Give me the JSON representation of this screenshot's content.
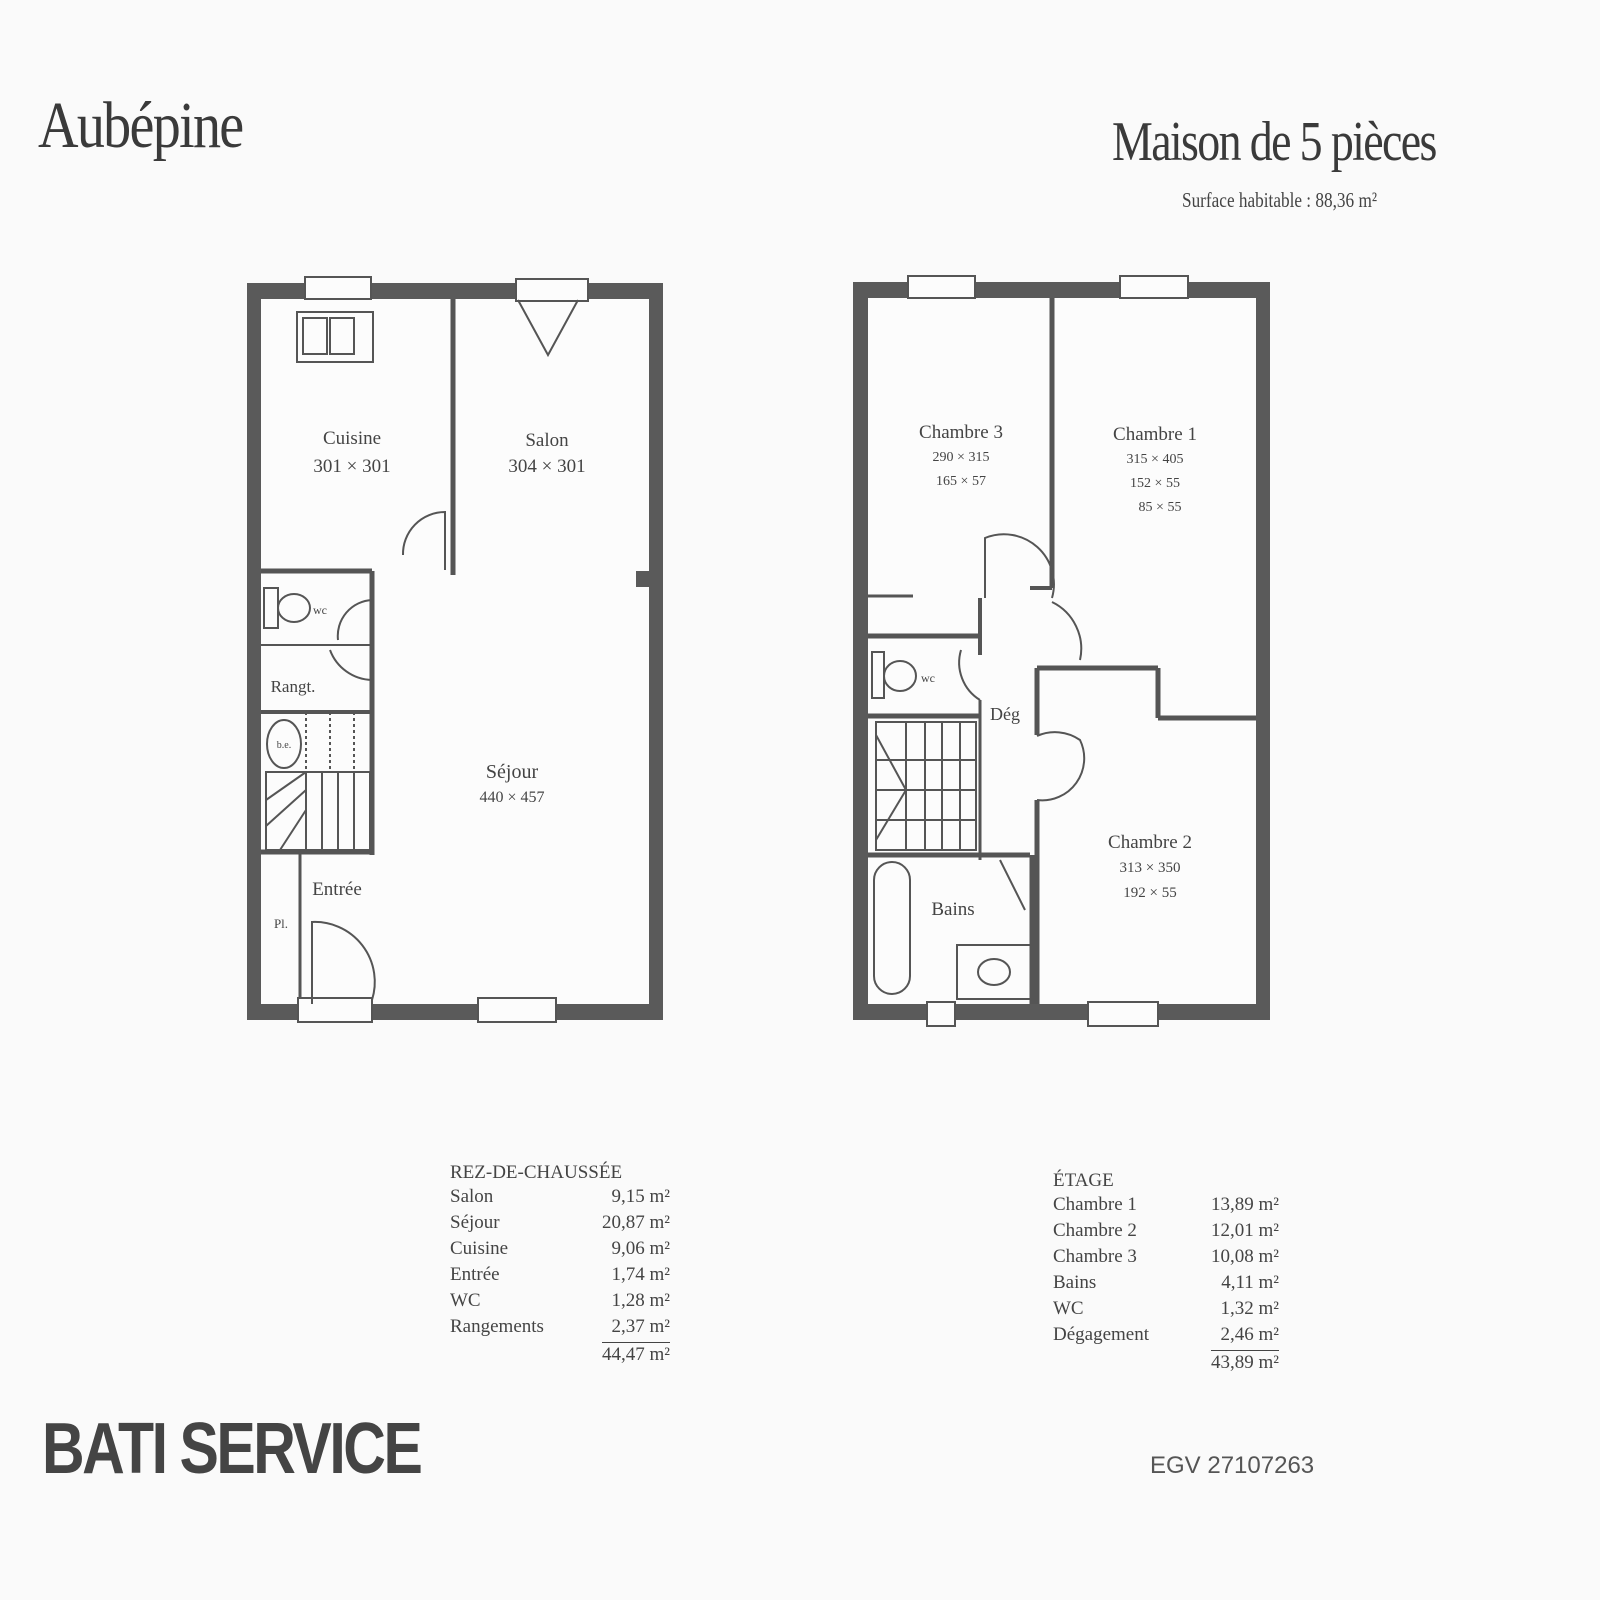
{
  "header": {
    "title": "Aubépine",
    "subtitle": "Maison de 5 pièces",
    "surface": "Surface habitable : 88,36 m²"
  },
  "ground_floor": {
    "rooms": [
      {
        "name": "Cuisine",
        "dims": [
          "301 × 301"
        ]
      },
      {
        "name": "Salon",
        "dims": [
          "304 × 301"
        ]
      },
      {
        "name": "Séjour",
        "dims": [
          "440 × 457"
        ]
      },
      {
        "name": "Entrée",
        "dims": []
      }
    ],
    "labels": {
      "wc": "wc",
      "rangt": "Rangt.",
      "pl": "Pl.",
      "ball": "b.e."
    }
  },
  "upper_floor": {
    "rooms": [
      {
        "name": "Chambre 3",
        "dims": [
          "290 × 315",
          "165 × 57"
        ]
      },
      {
        "name": "Chambre 1",
        "dims": [
          "315 × 405",
          "152 × 55",
          "85 × 55"
        ]
      },
      {
        "name": "Chambre 2",
        "dims": [
          "313 × 350",
          "192 × 55"
        ]
      },
      {
        "name": "Bains",
        "dims": []
      },
      {
        "name": "Dég",
        "dims": []
      }
    ],
    "labels": {
      "wc": "wc"
    }
  },
  "table_ground": {
    "heading": "REZ-DE-CHAUSSÉE",
    "rows": [
      {
        "room": "Salon",
        "area": "9,15 m²"
      },
      {
        "room": "Séjour",
        "area": "20,87 m²"
      },
      {
        "room": "Cuisine",
        "area": "9,06 m²"
      },
      {
        "room": "Entrée",
        "area": "1,74 m²"
      },
      {
        "room": "WC",
        "area": "1,28 m²"
      },
      {
        "room": "Rangements",
        "area": "2,37 m²"
      }
    ],
    "total": "44,47 m²"
  },
  "table_upper": {
    "heading": "ÉTAGE",
    "rows": [
      {
        "room": "Chambre 1",
        "area": "13,89 m²"
      },
      {
        "room": "Chambre 2",
        "area": "12,01 m²"
      },
      {
        "room": "Chambre 3",
        "area": "10,08 m²"
      },
      {
        "room": "Bains",
        "area": "4,11 m²"
      },
      {
        "room": "WC",
        "area": "1,32 m²"
      },
      {
        "room": "Dégagement",
        "area": "2,46 m²"
      }
    ],
    "total": "43,89 m²"
  },
  "footer": {
    "logo": "BATI SERVICE",
    "reference": "EGV 27107263"
  },
  "colors": {
    "wall": "#5a5a5a",
    "line": "#555555"
  }
}
